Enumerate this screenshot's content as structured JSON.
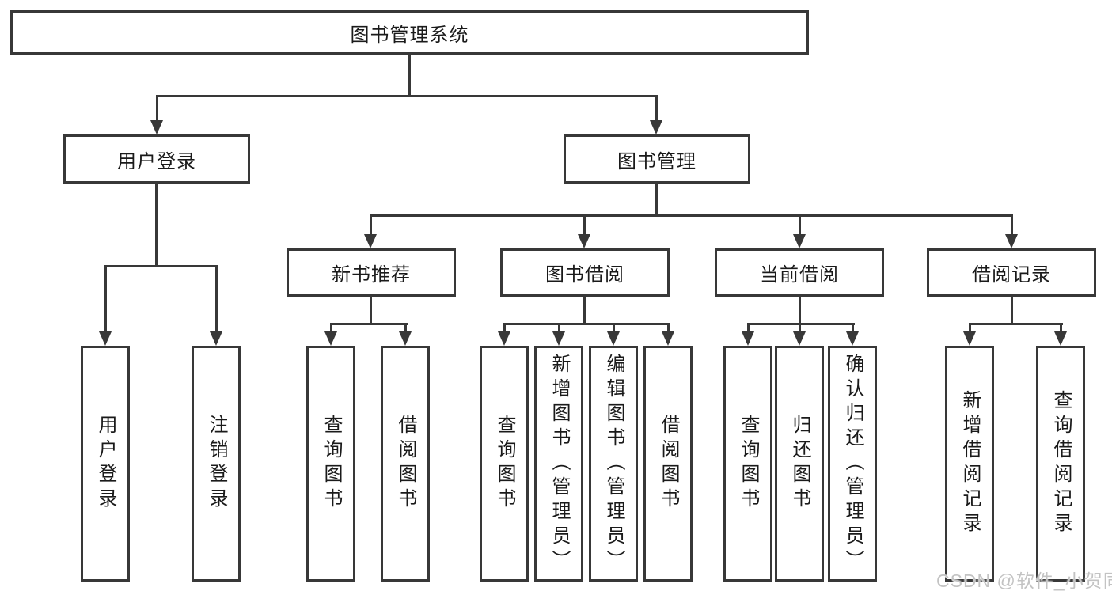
{
  "tree": {
    "root": {
      "label": "图书管理系统"
    },
    "branches": [
      {
        "label": "用户登录",
        "leaves": [
          {
            "label": "用户登录"
          },
          {
            "label": "注销登录"
          }
        ]
      },
      {
        "label": "图书管理",
        "groups": [
          {
            "label": "新书推荐",
            "leaves": [
              {
                "label": "查询图书"
              },
              {
                "label": "借阅图书"
              }
            ]
          },
          {
            "label": "图书借阅",
            "leaves": [
              {
                "label": "查询图书"
              },
              {
                "label": "新增图书（管理员）"
              },
              {
                "label": "编辑图书（管理员）"
              },
              {
                "label": "借阅图书"
              }
            ]
          },
          {
            "label": "当前借阅",
            "leaves": [
              {
                "label": "查询图书"
              },
              {
                "label": "归还图书"
              },
              {
                "label": "确认归还（管理员）"
              }
            ]
          },
          {
            "label": "借阅记录",
            "leaves": [
              {
                "label": "新增借阅记录"
              },
              {
                "label": "查询借阅记录"
              }
            ]
          }
        ]
      }
    ]
  },
  "watermark": {
    "text": "CSDN @软件_小贺同学"
  },
  "colors": {
    "line": "#383838",
    "box_border": "#383838",
    "text": "#1a1a1a",
    "background": "#ffffff",
    "watermark": "#c3c3c3"
  }
}
